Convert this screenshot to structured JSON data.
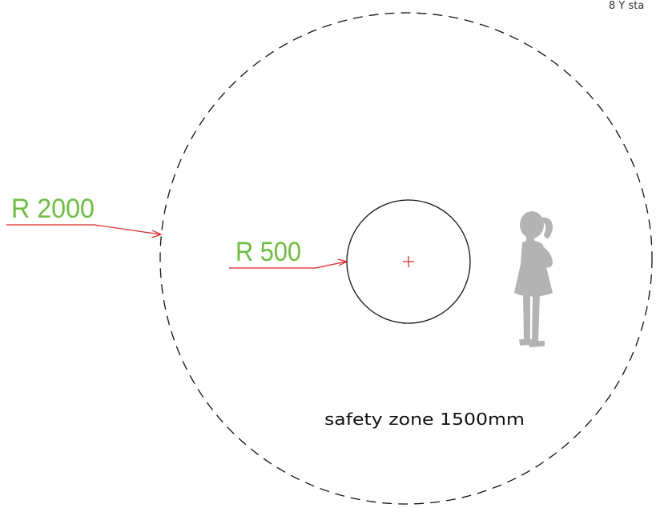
{
  "labels": {
    "outer_radius": "R 2000",
    "inner_radius": "R 500",
    "zone": "safety zone 1500mm",
    "corner_fragment": "8 Y sta"
  },
  "colors": {
    "green_label": "#6cbf3f",
    "red_line": "#e02020",
    "circle_stroke": "#111111",
    "silhouette": "#b3b3b3"
  },
  "icons": {
    "center_mark": "plus-crosshair",
    "figure": "child-silhouette"
  }
}
